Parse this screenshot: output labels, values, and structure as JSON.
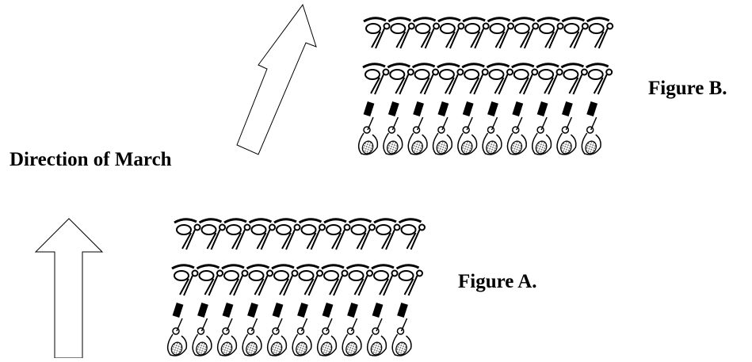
{
  "labels": {
    "direction": "Direction of March",
    "figure_b": "Figure B.",
    "figure_a": "Figure A."
  },
  "formations": {
    "figure_b": {
      "columns": 10,
      "rows": 2,
      "slant": "oblique"
    },
    "figure_a": {
      "columns": 10,
      "rows": 2,
      "slant": "straight"
    }
  },
  "arrows": {
    "figure_b": "diagonal-up-right",
    "figure_a": "straight-up"
  }
}
